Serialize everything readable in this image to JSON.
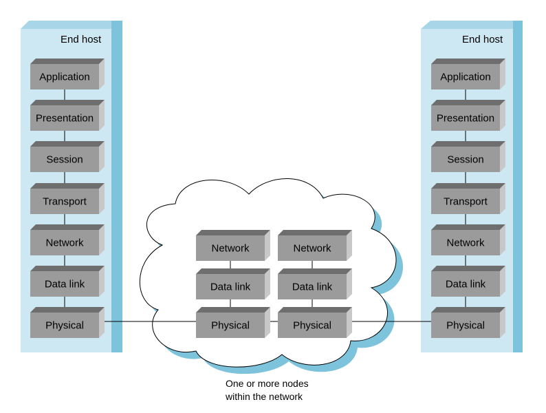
{
  "left_host": {
    "title": "End host",
    "layers": [
      "Application",
      "Presentation",
      "Session",
      "Transport",
      "Network",
      "Data link",
      "Physical"
    ]
  },
  "right_host": {
    "title": "End host",
    "layers": [
      "Application",
      "Presentation",
      "Session",
      "Transport",
      "Network",
      "Data link",
      "Physical"
    ]
  },
  "network_node_left": {
    "layers": [
      "Network",
      "Data link",
      "Physical"
    ]
  },
  "network_node_right": {
    "layers": [
      "Network",
      "Data link",
      "Physical"
    ]
  },
  "network_caption": {
    "line1": "One or more nodes",
    "line2": "within the network"
  },
  "colors": {
    "host_panel": "#cde8f2",
    "host_panel_side": "#7ec3dc",
    "host_panel_top": "#a8d6e8",
    "layer_front": "#9b9b9b",
    "layer_top": "#6e6e6e",
    "layer_side": "#c8c8c8",
    "cloud_shadow": "#7ec3dc",
    "line": "#000000"
  }
}
